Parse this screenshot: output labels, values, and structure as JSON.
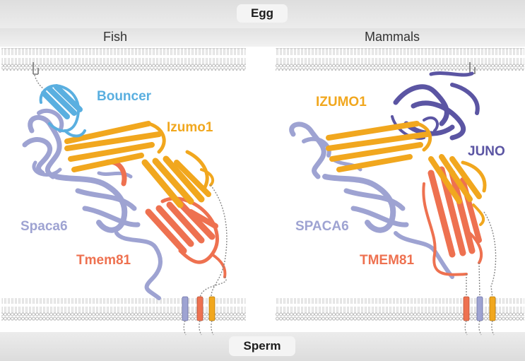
{
  "egg_label": "Egg",
  "sperm_label": "Sperm",
  "panels": {
    "fish": {
      "title": "Fish",
      "labels": {
        "bouncer": "Bouncer",
        "izumo1": "Izumo1",
        "spaca6": "Spaca6",
        "tmem81": "Tmem81"
      }
    },
    "mammals": {
      "title": "Mammals",
      "labels": {
        "izumo1": "IZUMO1",
        "juno": "JUNO",
        "spaca6": "SPACA6",
        "tmem81": "TMEM81"
      }
    }
  },
  "colors": {
    "bouncer": "#5aafe0",
    "izumo1": "#f1a71e",
    "juno": "#5b55a3",
    "spaca6": "#9ea3d2",
    "tmem81": "#ee7150",
    "membrane": "#bdbdbd"
  }
}
